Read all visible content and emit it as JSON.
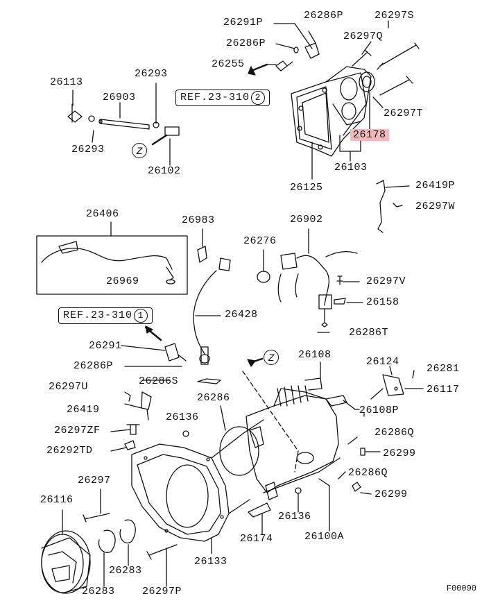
{
  "diagram": {
    "figure_code": "F00090",
    "highlight_color": "#f4b9bd",
    "ref_top": {
      "text": "REF.23-310",
      "circle": "2"
    },
    "ref_mid": {
      "text": "REF.23-310",
      "circle": "1"
    },
    "zone_marker": "Z",
    "labels": {
      "p26291P": "26291P",
      "p26286P_top": "26286P",
      "p26297S": "26297S",
      "p26286P_b": "26286P",
      "p26297Q": "26297Q",
      "p26255": "26255",
      "p26113": "26113",
      "p26293_a": "26293",
      "p26903": "26903",
      "p26178": "26178",
      "p26297T": "26297T",
      "p26293_b": "26293",
      "p26102": "26102",
      "p26103": "26103",
      "p26125": "26125",
      "p26419P": "26419P",
      "p26297W": "26297W",
      "p26406": "26406",
      "p26983": "26983",
      "p26902": "26902",
      "p26276": "26276",
      "p26969": "26969",
      "p26297V": "26297V",
      "p26158": "26158",
      "p26428": "26428",
      "p26286T": "26286T",
      "p26291": "26291",
      "p26286P_c": "26286P",
      "p26108": "26108",
      "p26124": "26124",
      "p26281": "26281",
      "p26117": "26117",
      "p26297U": "26297U",
      "p26286S": "26286S",
      "p26286": "26286",
      "p26419": "26419",
      "p26108P": "26108P",
      "p26136_a": "26136",
      "p26297ZF": "26297ZF",
      "p26286Q_a": "26286Q",
      "p26292TD": "26292TD",
      "p26299_a": "26299",
      "p26286Q_b": "26286Q",
      "p26297": "26297",
      "p26299_b": "26299",
      "p26116": "26116",
      "p26136_b": "26136",
      "p26174": "26174",
      "p26100A": "26100A",
      "p26133": "26133",
      "p26283_a": "26283",
      "p26283_b": "26283",
      "p26297P": "26297P"
    }
  }
}
